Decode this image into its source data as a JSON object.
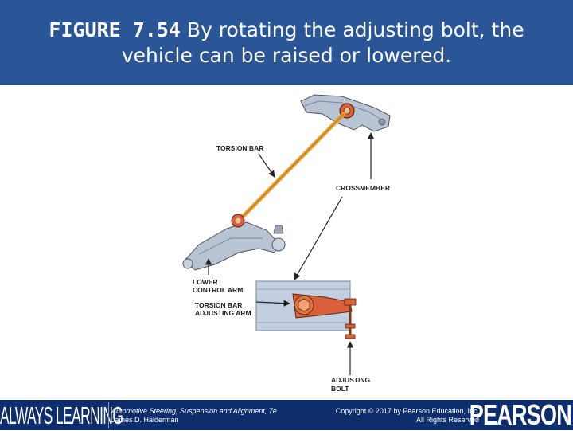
{
  "header": {
    "figure_label": "FIGURE 7.54",
    "caption_line1": " By rotating the adjusting bolt, the",
    "caption_line2": "vehicle can be raised or lowered."
  },
  "diagram": {
    "labels": {
      "torsion_bar": "TORSION BAR",
      "crossmember": "CROSSMEMBER",
      "lower_control_arm_1": "LOWER",
      "lower_control_arm_2": "CONTROL ARM",
      "adjusting_arm_1": "TORSION BAR",
      "adjusting_arm_2": "ADJUSTING ARM",
      "adjusting_bolt_1": "ADJUSTING",
      "adjusting_bolt_2": "BOLT"
    },
    "colors": {
      "torsion_bar": "#e8a030",
      "steel": "#b8c4d4",
      "inset_plate": "#c3cfe0",
      "bolt_head": "#d9603a"
    }
  },
  "footer": {
    "brand_left": "ALWAYS LEARNING",
    "book_title": "Automotive Steering, Suspension and Alignment, 7e",
    "author": "James D. Halderman",
    "copyright": "Copyright © 2017 by Pearson Education, Inc.",
    "rights": "All Rights Reserved",
    "brand_right": "PEARSON"
  }
}
